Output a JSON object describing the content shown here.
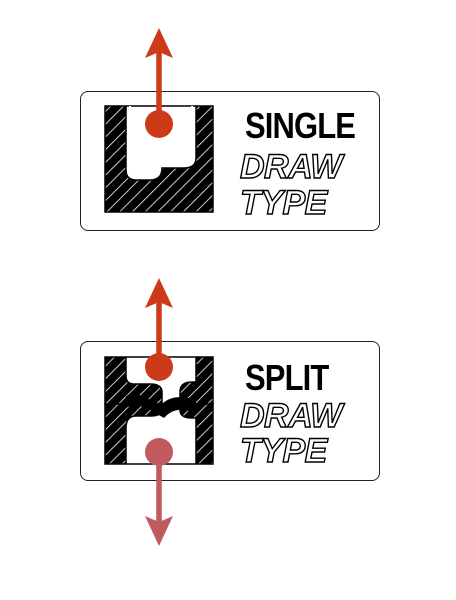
{
  "single": {
    "title": "SINGLE",
    "line1": "DRAW",
    "line2": "TYPE"
  },
  "split": {
    "title": "SPLIT",
    "line1": "DRAW",
    "line2": "TYPE"
  },
  "colors": {
    "arrow_primary": "#cc3a1a",
    "arrow_secondary": "#c05a5e",
    "mold": "#000000",
    "background": "#ffffff"
  }
}
